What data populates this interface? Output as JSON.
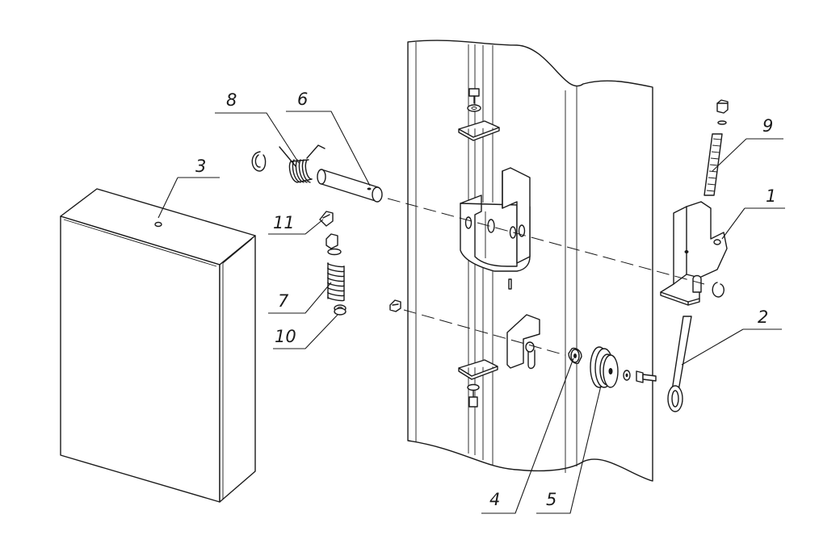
{
  "diagram": {
    "callouts": [
      {
        "id": "1",
        "label": "1"
      },
      {
        "id": "2",
        "label": "2"
      },
      {
        "id": "3",
        "label": "3"
      },
      {
        "id": "4",
        "label": "4"
      },
      {
        "id": "5",
        "label": "5"
      },
      {
        "id": "6",
        "label": "6"
      },
      {
        "id": "7",
        "label": "7"
      },
      {
        "id": "8",
        "label": "8"
      },
      {
        "id": "9",
        "label": "9"
      },
      {
        "id": "10",
        "label": "10"
      },
      {
        "id": "11",
        "label": "11"
      }
    ],
    "colors": {
      "stroke": "#1a1a1a",
      "background": "#ffffff"
    }
  }
}
